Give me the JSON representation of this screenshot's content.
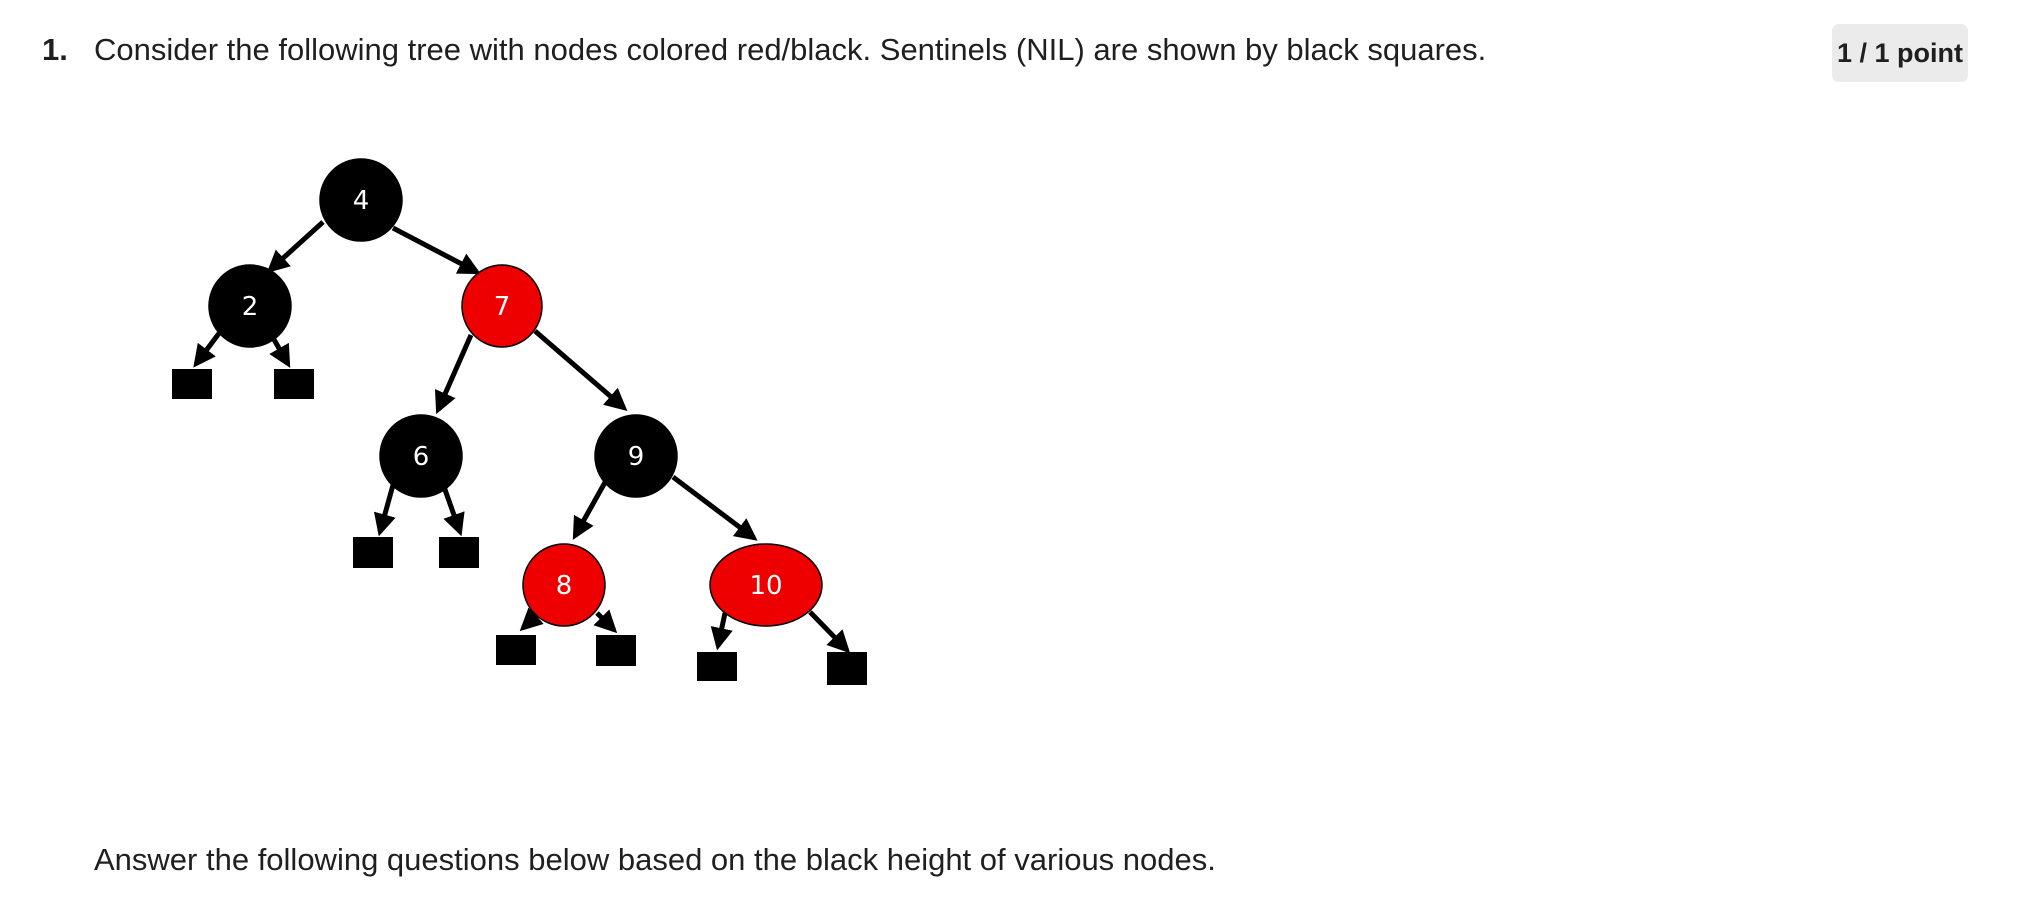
{
  "question": {
    "number": "1.",
    "text": "Consider the following tree with nodes colored red/black. Sentinels (NIL) are shown by black squares.",
    "points": "1 / 1 point",
    "instructions": "Answer the following questions below based on the black height of various nodes."
  },
  "tree": {
    "nodes": [
      {
        "label": "4",
        "color": "#000000"
      },
      {
        "label": "2",
        "color": "#000000"
      },
      {
        "label": "7",
        "color": "#ee0000"
      },
      {
        "label": "6",
        "color": "#000000"
      },
      {
        "label": "9",
        "color": "#000000"
      },
      {
        "label": "8",
        "color": "#ee0000"
      },
      {
        "label": "10",
        "color": "#ee0000"
      }
    ],
    "sentinel_color": "#000000",
    "edge_color": "#000000"
  }
}
